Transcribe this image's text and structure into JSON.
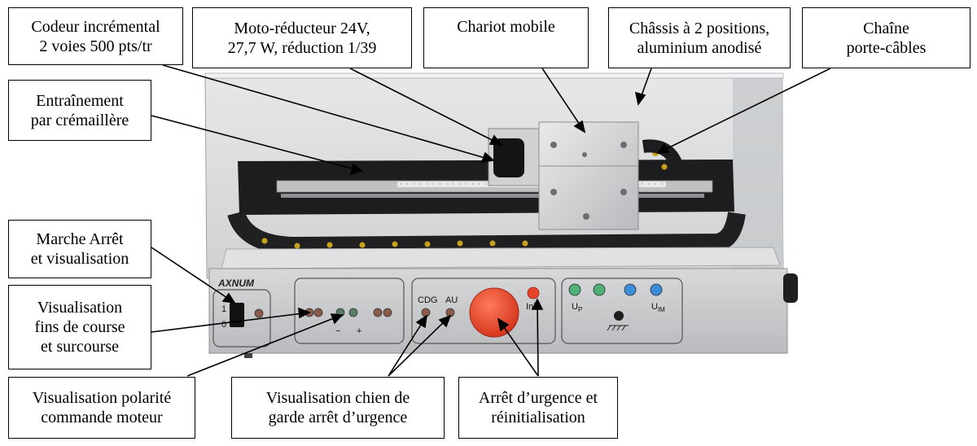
{
  "callouts": {
    "codeur": [
      "Codeur incrémental",
      "2 voies 500 pts/tr"
    ],
    "moto": [
      "Moto-réducteur 24V,",
      "27,7 W,  réduction 1/39"
    ],
    "chariot": [
      "Chariot mobile"
    ],
    "chassis": [
      "Châssis  à 2 positions,",
      "aluminium anodisé"
    ],
    "chaine": [
      "Chaîne",
      "porte-câbles"
    ],
    "entrainement": [
      "Entraînement",
      "par crémaillère"
    ],
    "marche": [
      "Marche Arrêt",
      "et visualisation"
    ],
    "fins": [
      "Visualisation",
      "fins de course",
      "et surcourse"
    ],
    "polarite": [
      "Visualisation polarité",
      "commande moteur"
    ],
    "chien": [
      "Visualisation chien de",
      "garde arrêt d’urgence"
    ],
    "arret": [
      "Arrêt d’urgence et",
      "réinitialisation"
    ]
  },
  "panel": {
    "brand": "AXNUM",
    "switch_on": "1",
    "switch_off": "0",
    "minus": "−",
    "plus": "+",
    "cdg": "CDG",
    "au": "AU",
    "init": "Init",
    "up": "U",
    "up_sub": "P",
    "uim": "U",
    "uim_sub": "IM"
  },
  "colors": {
    "frame": "#d9dadc",
    "panel": "#c8cacc",
    "rail": "#1d1d1f",
    "estop": "#e8442a",
    "led_off": "#8a5a4a",
    "terminal_green": "#4fb07a",
    "terminal_blue": "#3d8ed8"
  }
}
